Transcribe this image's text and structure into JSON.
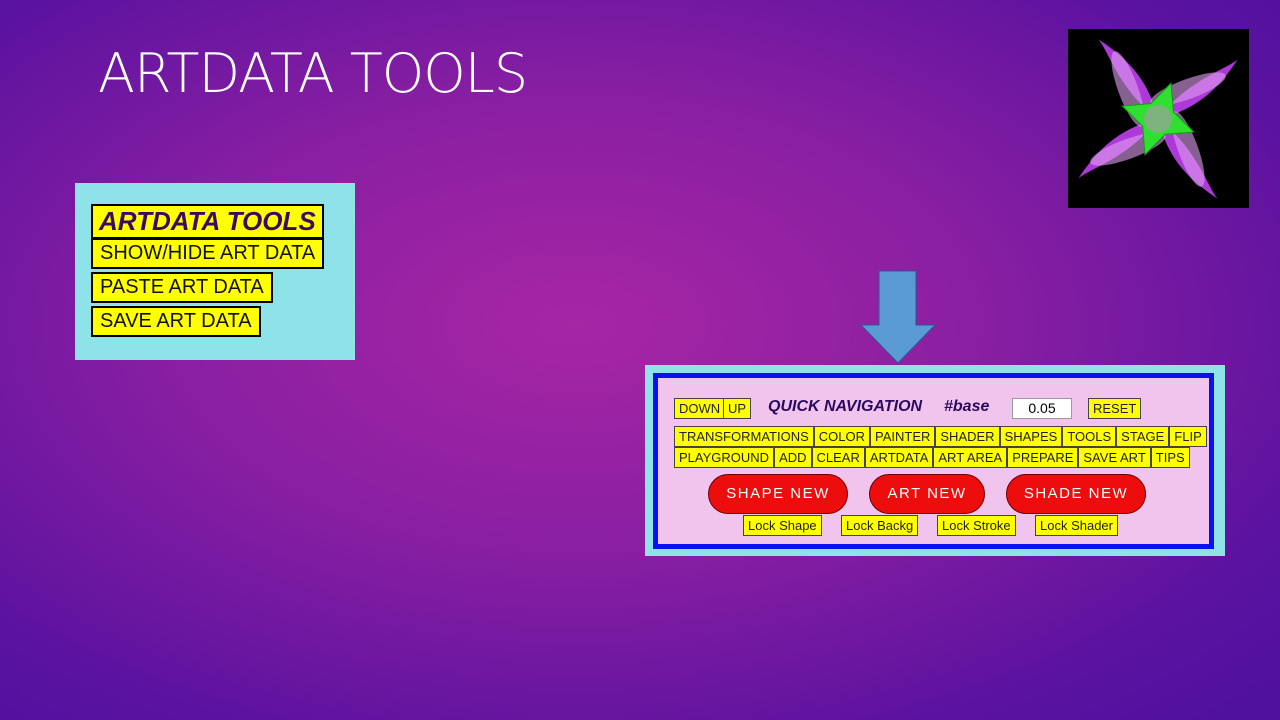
{
  "slide_title": "ARTDATA TOOLS",
  "artdata_panel": {
    "heading": "ARTDATA TOOLS",
    "buttons": [
      "SHOW/HIDE ART DATA",
      "PASTE ART DATA",
      "SAVE ART DATA"
    ]
  },
  "quick_nav": {
    "down": "DOWN",
    "up": "UP",
    "title": "QUICK NAVIGATION",
    "base_label": "#base",
    "base_value": "0.05",
    "reset": "RESET",
    "row1": [
      "TRANSFORMATIONS",
      "COLOR",
      "PAINTER",
      "SHADER",
      "SHAPES",
      "TOOLS",
      "STAGE",
      "FLIP"
    ],
    "row2": [
      "PLAYGROUND",
      "ADD",
      "CLEAR",
      "ARTDATA",
      "ART AREA",
      "PREPARE",
      "SAVE ART",
      "TIPS"
    ],
    "red_buttons": [
      "SHAPE NEW",
      "ART NEW",
      "SHADE NEW"
    ],
    "locks": [
      "Lock Shape",
      "Lock Backg",
      "Lock Stroke",
      "Lock Shader"
    ]
  },
  "colors": {
    "yellow": "#ffff00",
    "cyan": "#8ee3e8",
    "red": "#ee0d0d",
    "arrow": "#5b9bd5"
  }
}
